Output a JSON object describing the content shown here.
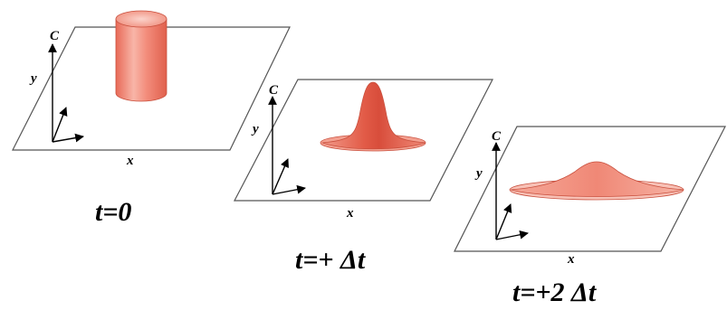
{
  "panels": [
    {
      "axis_c": "C",
      "axis_y": "y",
      "axis_x": "x",
      "time_label": "t=0"
    },
    {
      "axis_c": "C",
      "axis_y": "y",
      "axis_x": "x",
      "time_label": "t=+ Δt"
    },
    {
      "axis_c": "C",
      "axis_y": "y",
      "axis_x": "x",
      "time_label": "t=+2 Δt"
    }
  ],
  "colors": {
    "shape_light": "#fde0da",
    "shape_mid": "#f3907f",
    "shape_dark": "#d84d3b",
    "plane_stroke": "#555555"
  }
}
